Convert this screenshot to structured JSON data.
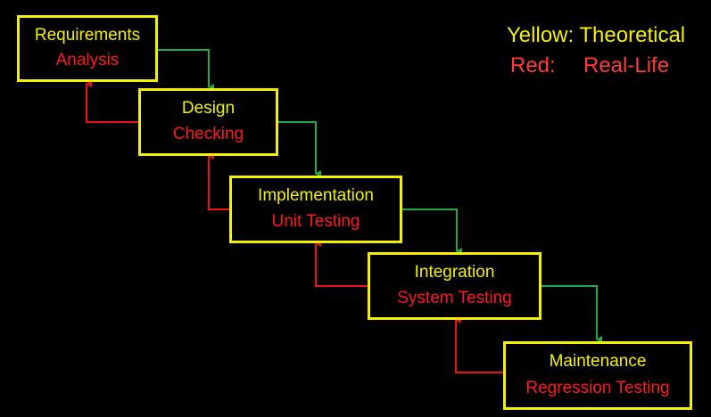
{
  "colors": {
    "background": "#000000",
    "theoretical": "#f5f000",
    "real_life": "#ff1a1a",
    "forward_arrow": "#22aa44",
    "feedback_arrow": "#ee1111"
  },
  "legend": {
    "yellow_label": "Yellow: Theoretical",
    "red_key": "Red:",
    "red_value": "Real-Life"
  },
  "stages": [
    {
      "theoretical": "Requirements",
      "real_life": "Analysis"
    },
    {
      "theoretical": "Design",
      "real_life": "Checking"
    },
    {
      "theoretical": "Implementation",
      "real_life": "Unit Testing"
    },
    {
      "theoretical": "Integration",
      "real_life": "System Testing"
    },
    {
      "theoretical": "Maintenance",
      "real_life": "Regression Testing"
    }
  ]
}
